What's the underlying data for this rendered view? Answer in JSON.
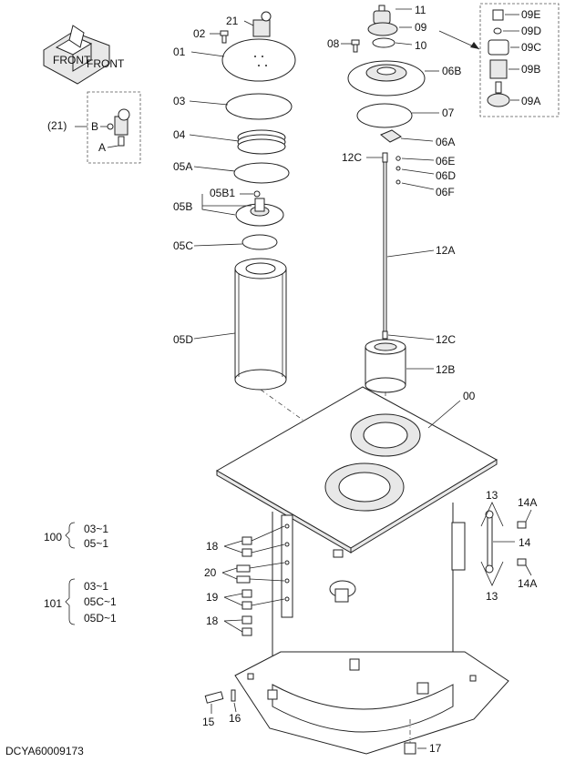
{
  "document_id": "DCYA60009173",
  "part_labels": {
    "p21": "21",
    "p02": "02",
    "p01": "01",
    "p03": "03",
    "p04": "04",
    "p05A": "05A",
    "p05B1": "05B1",
    "p05B": "05B",
    "p05C": "05C",
    "p05D": "05D",
    "p11": "11",
    "p09": "09",
    "p08": "08",
    "p10": "10",
    "p06B": "06B",
    "p07": "07",
    "p06A": "06A",
    "p12C_top": "12C",
    "p06E": "06E",
    "p06D": "06D",
    "p06F": "06F",
    "p12A": "12A",
    "p12C_bot": "12C",
    "p12B": "12B",
    "p00": "00",
    "p13_top": "13",
    "p14A_top": "14A",
    "p14": "14",
    "p14A_bot": "14A",
    "p13_bot": "13",
    "p18_top": "18",
    "p20": "20",
    "p19": "19",
    "p18_bot": "18",
    "p15": "15",
    "p16": "16",
    "p17": "17"
  },
  "detail_21": {
    "title": "(21)",
    "label_b": "B",
    "label_a": "A"
  },
  "detail_09": {
    "e": "09E",
    "d": "09D",
    "c": "09C",
    "b": "09B",
    "a": "09A"
  },
  "kit_100": {
    "number": "100",
    "items": [
      "03~1",
      "05~1"
    ]
  },
  "kit_101": {
    "number": "101",
    "items": [
      "03~1",
      "05C~1",
      "05D~1"
    ]
  },
  "front_sign": {
    "text": "FRONT"
  }
}
